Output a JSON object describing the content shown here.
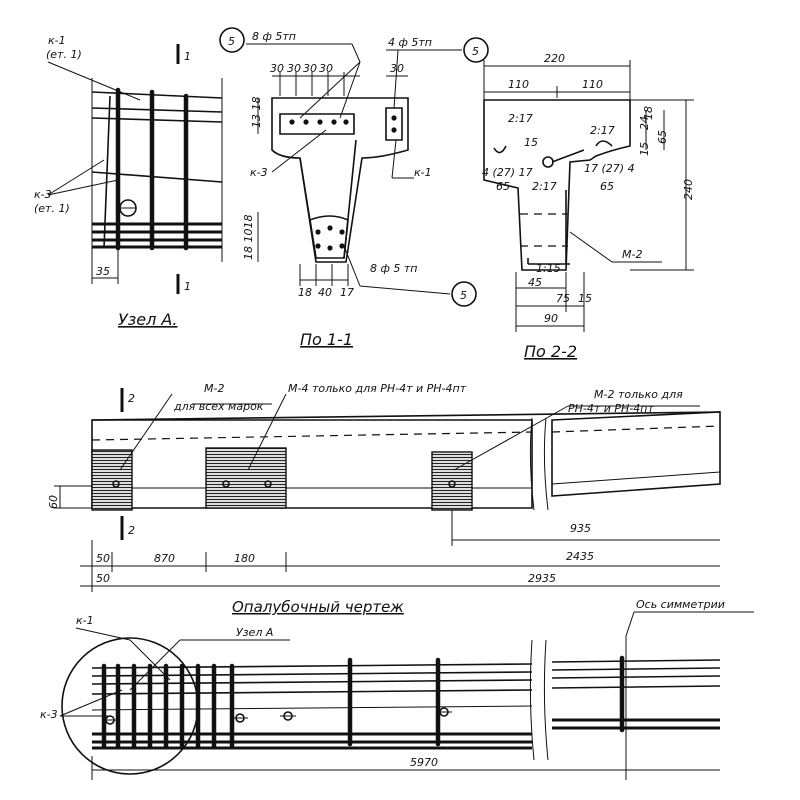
{
  "views": {
    "node_a": {
      "title": "Узел А.",
      "leader_k1": "к-1",
      "leader_k1_sub": "(ет. 1)",
      "leader_k3": "к-3",
      "leader_k3_sub": "(ет. 1)",
      "dim_35": "35",
      "cut_mark": "1"
    },
    "section_1_1": {
      "title": "По 1-1",
      "callout_top": "8 ф 5тп",
      "callout_top_num": "5",
      "callout_right": "4 ф 5тп",
      "callout_right_num": "5",
      "callout_bottom": "8 ф 5 тп",
      "callout_bottom_num": "5",
      "dims_top": [
        "30",
        "30",
        "30",
        "30",
        "30"
      ],
      "dim_left_top": "13 18",
      "dim_left_bottom": "18 1018",
      "dims_bottom": [
        "18",
        "40",
        "17"
      ],
      "leader_k3": "к-3",
      "leader_k1": "к-1"
    },
    "section_2_2": {
      "title": "По 2-2",
      "dim_220": "220",
      "dim_110_left": "110",
      "dim_110_right": "110",
      "dim_240": "240",
      "dim_right_stack": [
        "24",
        "18",
        "15",
        "65"
      ],
      "dim_2_17_a": "2:17",
      "dim_2_17_b": "2:17",
      "dim_2_17_c": "2:17",
      "dim_4_27_17": "4 (27) 17",
      "dim_17_27_4": "17 (27) 4",
      "dim_15": "15",
      "dim_65_left": "65",
      "dim_65_right": "65",
      "dim_1_15": "1:15",
      "dim_45": "45",
      "dim_75": "75",
      "dim_15_b": "15",
      "dim_90": "90",
      "leader_m2": "М-2"
    },
    "formwork": {
      "title": "Опалубочный чертеж",
      "note_m2": "М-2",
      "note_m2_sub": "для всех марок",
      "note_m4": "М-4 только для РН-4т и РН-4пт",
      "note_m2_right": "М-2 только для",
      "note_m2_right_sub": "РН-4т и РН-4пт",
      "cut_mark": "2",
      "dim_60": "60",
      "dim_50_a": "50",
      "dim_50_b": "50",
      "dim_870": "870",
      "dim_180": "180",
      "dim_935": "935",
      "dim_2435": "2435",
      "dim_2935": "2935"
    },
    "reinforcement": {
      "leader_k1": "к-1",
      "leader_k3": "к-3",
      "node_label": "Узел А",
      "axis_label": "Ось симметрии",
      "dim_5970": "5970"
    }
  }
}
